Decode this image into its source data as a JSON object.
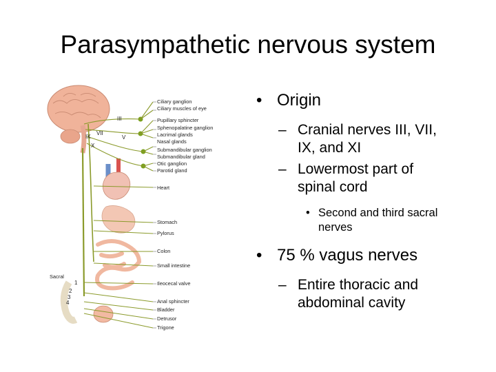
{
  "slide": {
    "title": "Parasympathetic nervous system"
  },
  "bullets": [
    {
      "text": "Origin",
      "marker": "•",
      "children": [
        {
          "text": "Cranial nerves III, VII, IX, and XI",
          "marker": "–",
          "lines": [
            "Cranial nerves III, VII,",
            "IX, and XI"
          ]
        },
        {
          "text": "Lowermost part of spinal cord",
          "marker": "–",
          "lines": [
            "Lowermost part of",
            "spinal cord"
          ],
          "children": [
            {
              "text": "Second and third sacral nerves",
              "marker": "•",
              "lines": [
                "Second and third sacral",
                "nerves"
              ]
            }
          ]
        }
      ]
    },
    {
      "text": "75 % vagus nerves",
      "marker": "•",
      "children": [
        {
          "text": "Entire thoracic and abdominal cavity",
          "marker": "–",
          "lines": [
            "Entire thoracic and",
            "abdominal cavity"
          ]
        }
      ]
    }
  ],
  "diagram": {
    "nerve_labels": [
      "III",
      "VII",
      "IX",
      "X",
      "V"
    ],
    "sacral_label": "Sacral",
    "sacral_numbers": [
      "1",
      "2",
      "3",
      "4"
    ],
    "target_labels": [
      "Ciliary ganglion",
      "Ciliary muscles of eye",
      "Pupillary sphincter",
      "Sphenopalatine ganglion",
      "Lacrimal glands",
      "Nasal glands",
      "Submandibular ganglion",
      "Submandibular gland",
      "Otic ganglion",
      "Parotid gland",
      "Heart",
      "Stomach",
      "Pylorus",
      "Colon",
      "Small intestine",
      "Ileocecal valve",
      "Anal sphincter",
      "Bladder",
      "Detrusor",
      "Trigone"
    ],
    "colors": {
      "nerve": "#8a9a2a",
      "ganglion": "#7aa01e",
      "organ": "#f3c7b4",
      "brain": "#f0b39a",
      "vessel_blue": "#6b8fc9",
      "vessel_red": "#d9534f"
    }
  }
}
